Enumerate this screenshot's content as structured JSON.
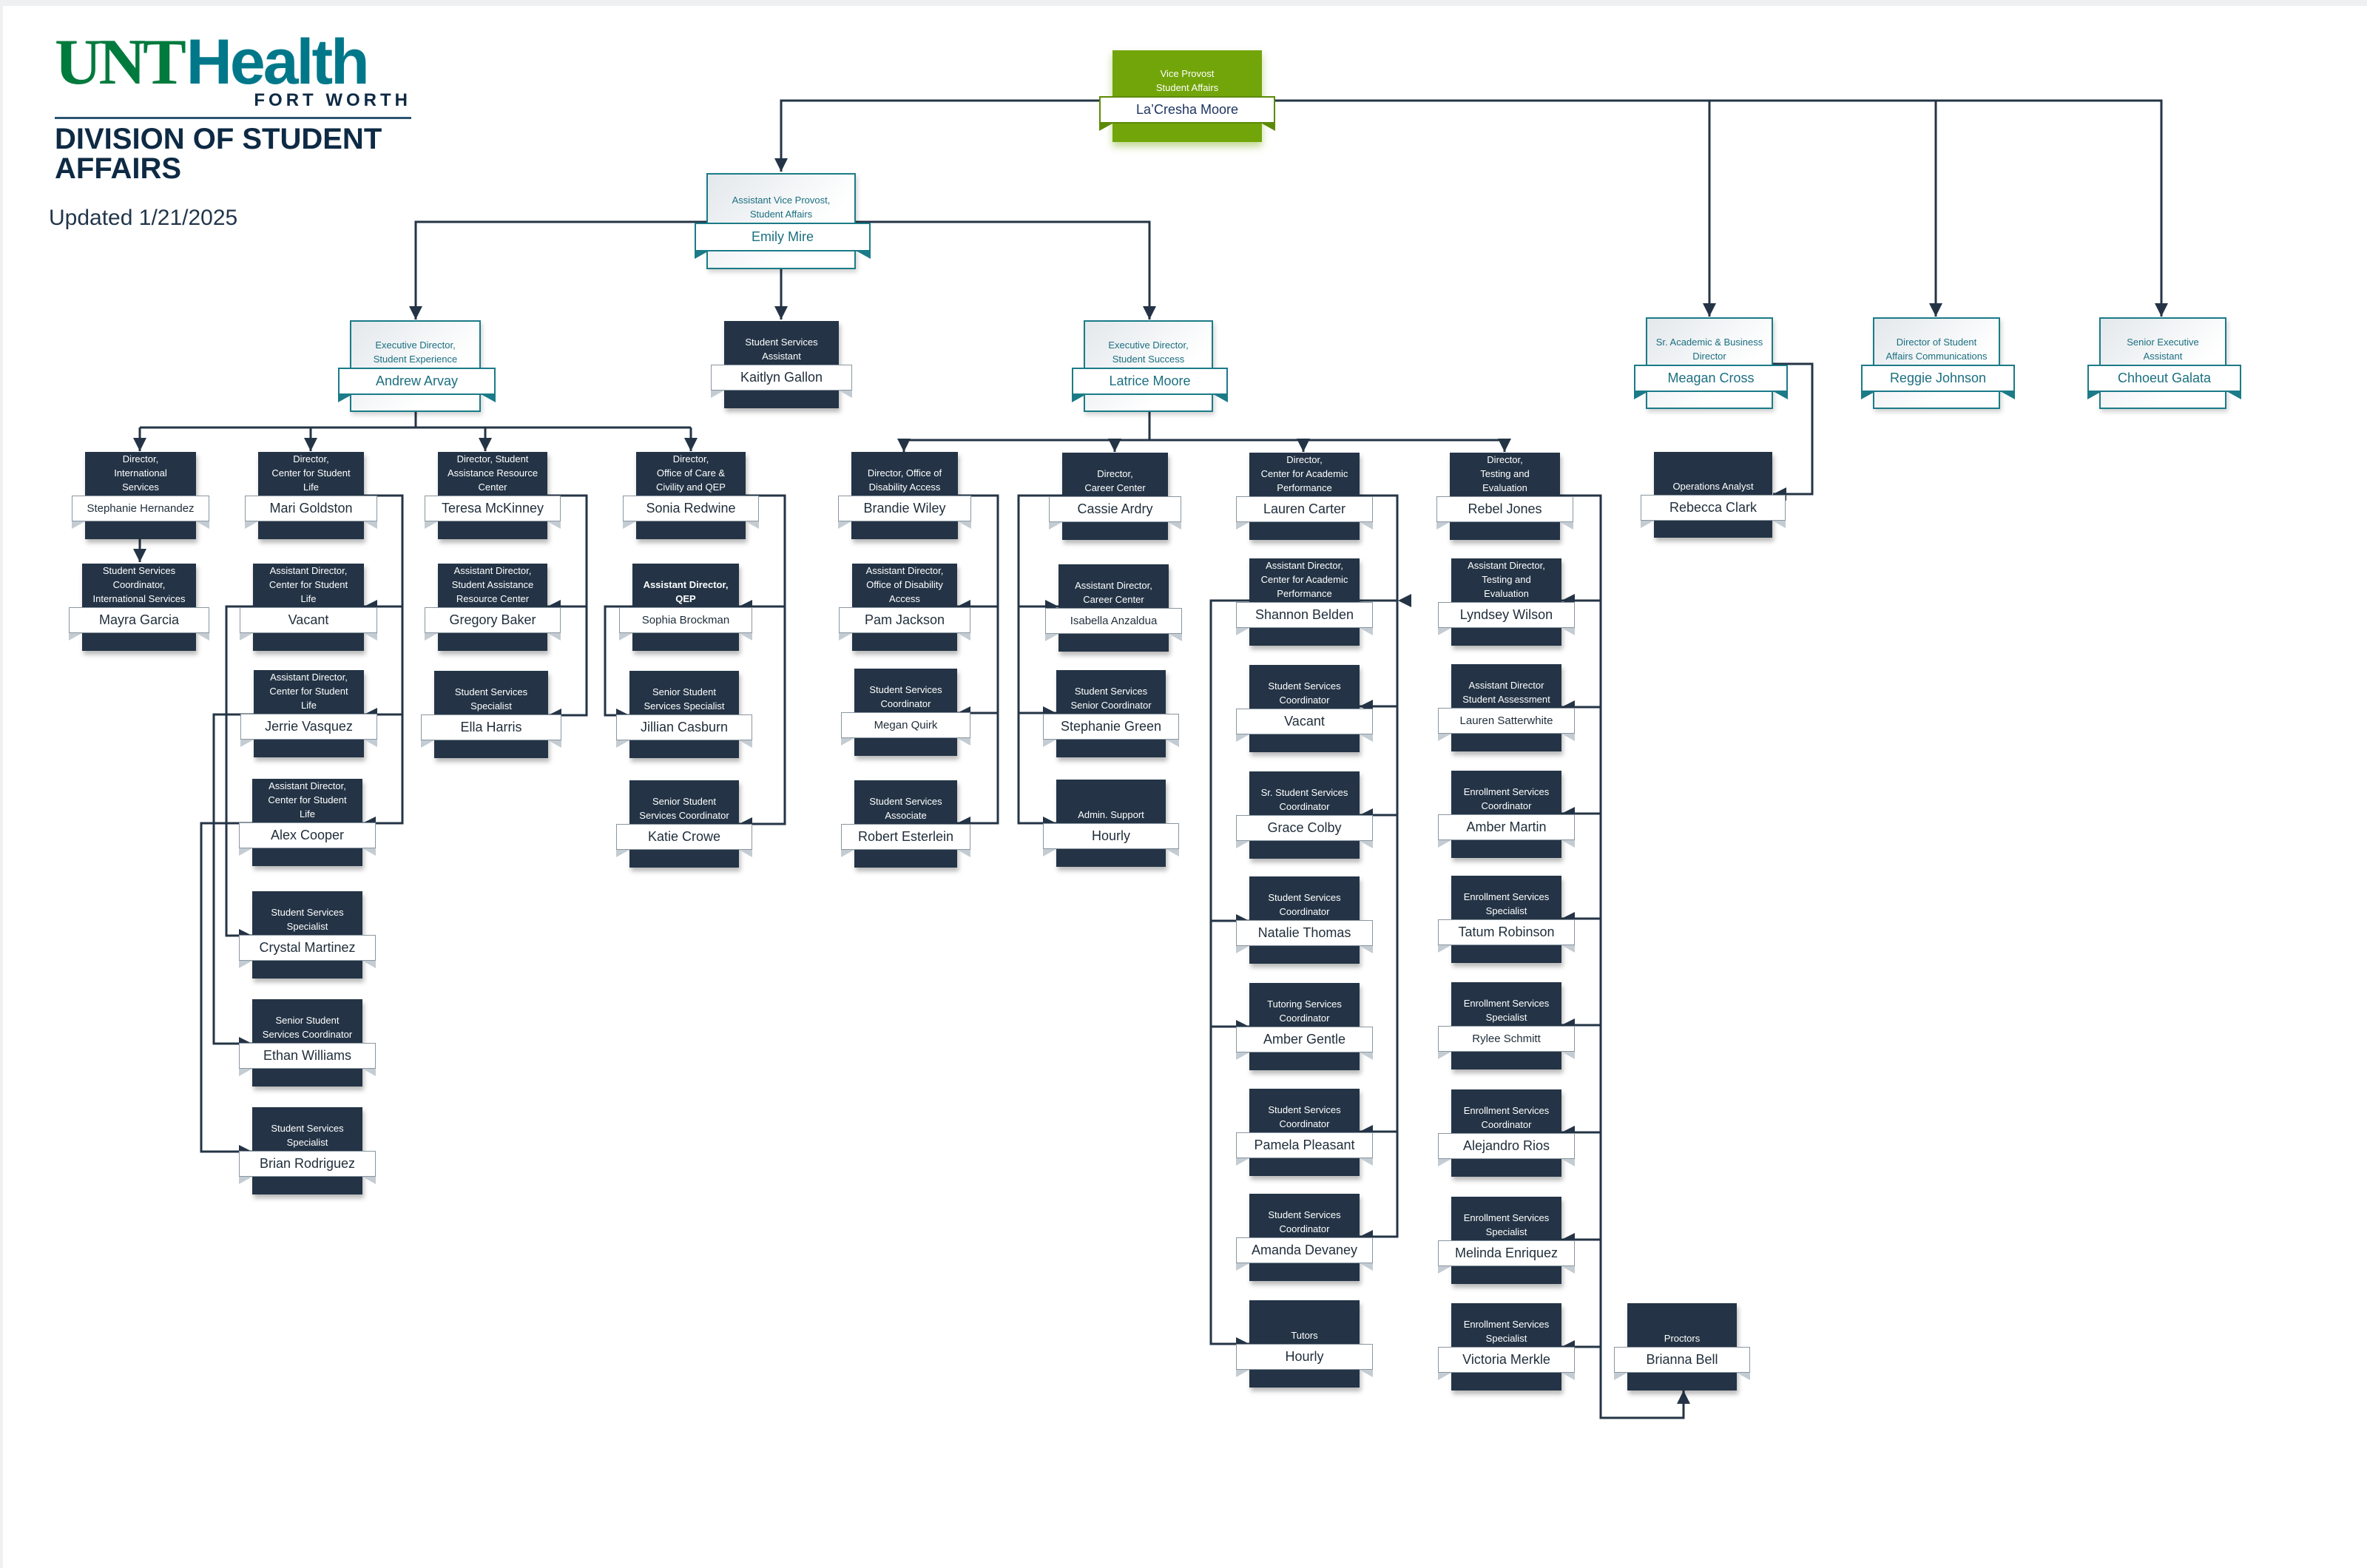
{
  "header": {
    "logo_unt": "UNT",
    "logo_health": "Health",
    "logo_subtitle": "FORT WORTH",
    "division_title": "DIVISION OF STUDENT AFFAIRS",
    "updated": "Updated 1/21/2025"
  },
  "colors": {
    "leader_green": "#72a50a",
    "teal_border": "#1b7b88",
    "navy_card": "#243446",
    "connector": "#243446",
    "unt_green": "#007a3d",
    "health_teal": "#00788a"
  },
  "nodes": {
    "vp": {
      "title": "Vice Provost\nStudent Affairs",
      "name": "La’Cresha Moore"
    },
    "avp": {
      "title": "Assistant Vice Provost,\nStudent Affairs",
      "name": "Emily Mire"
    },
    "ed_exp": {
      "title": "Executive Director,\nStudent Experience",
      "name": "Andrew Arvay"
    },
    "ssa": {
      "title": "Student Services\nAssistant",
      "name": "Kaitlyn Gallon"
    },
    "ed_succ": {
      "title": "Executive Director,\nStudent Success",
      "name": "Latrice Moore"
    },
    "sabd": {
      "title": "Sr. Academic & Business\nDirector",
      "name": "Meagan Cross"
    },
    "dsac": {
      "title": "Director of Student\nAffairs Communications",
      "name": "Reggie Johnson"
    },
    "sea": {
      "title": "Senior Executive\nAssistant",
      "name": "Chhoeut Galata"
    },
    "ops": {
      "title": "Operations Analyst",
      "name": "Rebecca Clark"
    },
    "d_intl": {
      "title": "Director,\nInternational\nServices",
      "name": "Stephanie Hernandez"
    },
    "ssc_intl": {
      "title": "Student Services\nCoordinator,\nInternational Services",
      "name": "Mayra Garcia"
    },
    "d_csl": {
      "title": "Director,\nCenter for Student\nLife",
      "name": "Mari Goldston"
    },
    "ad_csl1": {
      "title": "Assistant Director,\nCenter for Student\nLife",
      "name": "Vacant"
    },
    "ad_csl2": {
      "title": "Assistant Director,\nCenter for Student\nLife",
      "name": "Jerrie Vasquez"
    },
    "ad_csl3": {
      "title": "Assistant Director,\nCenter for Student\nLife",
      "name": "Alex Cooper"
    },
    "sss_csl1": {
      "title": "Student Services\nSpecialist",
      "name": "Crystal Martinez"
    },
    "ssc_csl": {
      "title": "Senior Student\nServices Coordinator",
      "name": "Ethan Williams"
    },
    "sss_csl2": {
      "title": "Student Services\nSpecialist",
      "name": "Brian Rodriguez"
    },
    "d_sarc": {
      "title": "Director, Student\nAssistance Resource\nCenter",
      "name": "Teresa McKinney"
    },
    "ad_sarc": {
      "title": "Assistant Director,\nStudent Assistance\nResource Center",
      "name": "Gregory Baker"
    },
    "sss_sarc": {
      "title": "Student Services\nSpecialist",
      "name": "Ella Harris"
    },
    "d_care": {
      "title": "Director,\nOffice of Care &\nCivility and QEP",
      "name": "Sonia Redwine"
    },
    "ad_qep": {
      "title": "Assistant Director,\nQEP",
      "name": "Sophia Brockman"
    },
    "ssss_care": {
      "title": "Senior Student\nServices Specialist",
      "name": "Jillian Casburn"
    },
    "sssc_care": {
      "title": "Senior  Student\nServices Coordinator",
      "name": "Katie Crowe"
    },
    "d_oda": {
      "title": "Director, Office of\nDisability Access",
      "name": "Brandie Wiley"
    },
    "ad_oda": {
      "title": "Assistant Director,\nOffice of Disability\nAccess",
      "name": "Pam Jackson"
    },
    "ssc_oda": {
      "title": "Student Services\nCoordinator",
      "name": "Megan Quirk"
    },
    "ssa_oda": {
      "title": "Student Services\nAssociate",
      "name": "Robert Esterlein"
    },
    "d_cc": {
      "title": "Director,\nCareer Center",
      "name": "Cassie Ardry"
    },
    "ad_cc": {
      "title": "Assistant Director,\nCareer Center",
      "name": "Isabella Anzaldua"
    },
    "sssc_cc": {
      "title": "Student Services\nSenior  Coordinator",
      "name": "Stephanie Green"
    },
    "admin_cc": {
      "title": "Admin. Support",
      "name": "Hourly"
    },
    "d_cap": {
      "title": "Director,\nCenter for Academic\nPerformance",
      "name": "Lauren Carter"
    },
    "ad_cap": {
      "title": "Assistant Director,\nCenter for Academic\nPerformance",
      "name": "Shannon Belden"
    },
    "ssc_cap1": {
      "title": "Student Services\nCoordinator",
      "name": "Vacant"
    },
    "srssc_cap": {
      "title": "Sr. Student Services\nCoordinator",
      "name": "Grace Colby"
    },
    "ssc_cap2": {
      "title": "Student Services\nCoordinator",
      "name": "Natalie Thomas"
    },
    "tsc_cap": {
      "title": "Tutoring Services\nCoordinator",
      "name": "Amber Gentle"
    },
    "ssc_cap3": {
      "title": "Student Services\nCoordinator",
      "name": "Pamela Pleasant"
    },
    "ssc_cap4": {
      "title": "Student Services\nCoordinator",
      "name": "Amanda Devaney"
    },
    "tutors": {
      "title": "Tutors",
      "name": "Hourly"
    },
    "d_te": {
      "title": "Director,\nTesting and\nEvaluation",
      "name": "Rebel Jones"
    },
    "ad_te": {
      "title": "Assistant Director,\nTesting and\nEvaluation",
      "name": "Lyndsey Wilson"
    },
    "ad_sa": {
      "title": "Assistant Director\nStudent Assessment",
      "name": "Lauren Satterwhite"
    },
    "esc_te1": {
      "title": "Enrollment Services\nCoordinator",
      "name": "Amber Martin"
    },
    "ess_te1": {
      "title": "Enrollment Services\nSpecialist",
      "name": "Tatum Robinson"
    },
    "ess_te2": {
      "title": "Enrollment Services\nSpecialist",
      "name": "Rylee Schmitt"
    },
    "esc_te2": {
      "title": "Enrollment Services\nCoordinator",
      "name": "Alejandro Rios"
    },
    "ess_te3": {
      "title": "Enrollment Services\nSpecialist",
      "name": "Melinda Enriquez"
    },
    "ess_te4": {
      "title": "Enrollment Services\nSpecialist",
      "name": "Victoria Merkle"
    },
    "proctors": {
      "title": "Proctors",
      "name": "Brianna Bell"
    }
  }
}
